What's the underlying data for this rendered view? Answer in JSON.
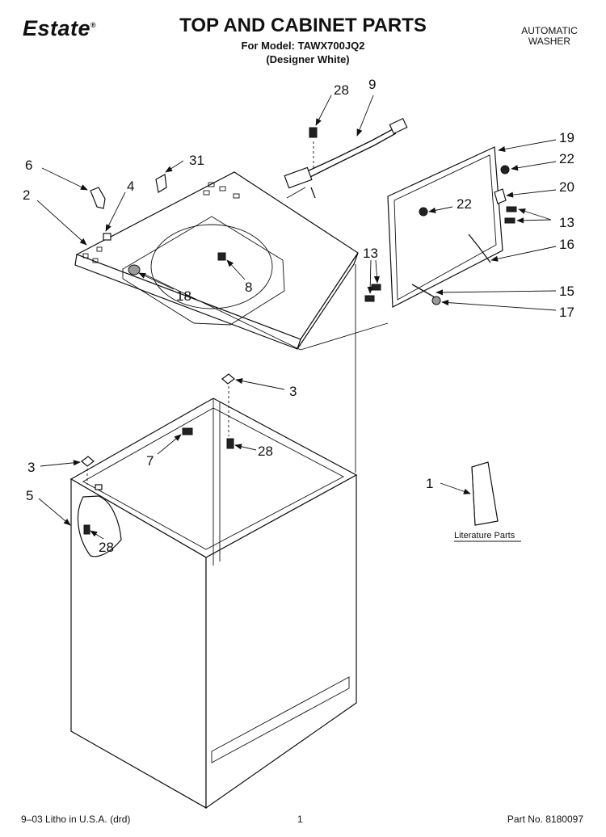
{
  "header": {
    "brand": "Estate",
    "brand_mark": "®",
    "title": "TOP AND CABINET PARTS",
    "model_line": "For Model: TAWX700JQ2",
    "variant_line": "(Designer White)",
    "category_line1": "AUTOMATIC",
    "category_line2": "WASHER"
  },
  "callouts": {
    "c28a": "28",
    "c9": "9",
    "c31": "31",
    "c6": "6",
    "c4": "4",
    "c2": "2",
    "c19": "19",
    "c22a": "22",
    "c22b": "22",
    "c20": "20",
    "c13a": "13",
    "c16": "16",
    "c13b": "13",
    "c15": "15",
    "c17": "17",
    "c8": "8",
    "c18": "18",
    "c3a": "3",
    "c7": "7",
    "c28b": "28",
    "c3b": "3",
    "c5": "5",
    "c28c": "28",
    "c1": "1"
  },
  "literature_label": "Literature Parts",
  "footer": {
    "litho": "9–03 Litho in U.S.A. (drd)",
    "page": "1",
    "part_no": "Part No. 8180097"
  }
}
